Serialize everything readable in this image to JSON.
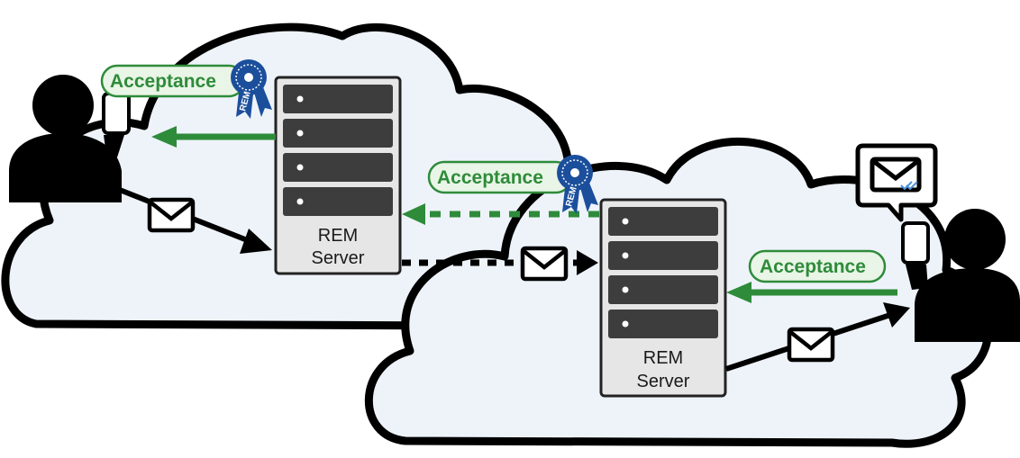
{
  "colors": {
    "cloud_fill": "#eef3fa",
    "cloud_stroke": "#000000",
    "acceptance_green": "#2e8b3a",
    "acceptance_pill_fill": "#e9f5e6",
    "server_body": "#e6e6e6",
    "server_slot": "#3d3d3d",
    "badge_blue": "#1b4f9c",
    "person": "#000000"
  },
  "servers": [
    {
      "line1": "REM",
      "line2": "Server"
    },
    {
      "line1": "REM",
      "line2": "Server"
    }
  ],
  "acceptance": [
    {
      "label": "Acceptance",
      "badge": "REM"
    },
    {
      "label": "Acceptance",
      "badge": "REM"
    },
    {
      "label": "Acceptance"
    }
  ],
  "icons": {
    "sender": "person-icon",
    "recipient": "person-icon",
    "phone": "smartphone-icon",
    "mail": "envelope-icon",
    "notification": "chat-bubble-envelope-icon",
    "badge": "rosette-badge-icon"
  }
}
